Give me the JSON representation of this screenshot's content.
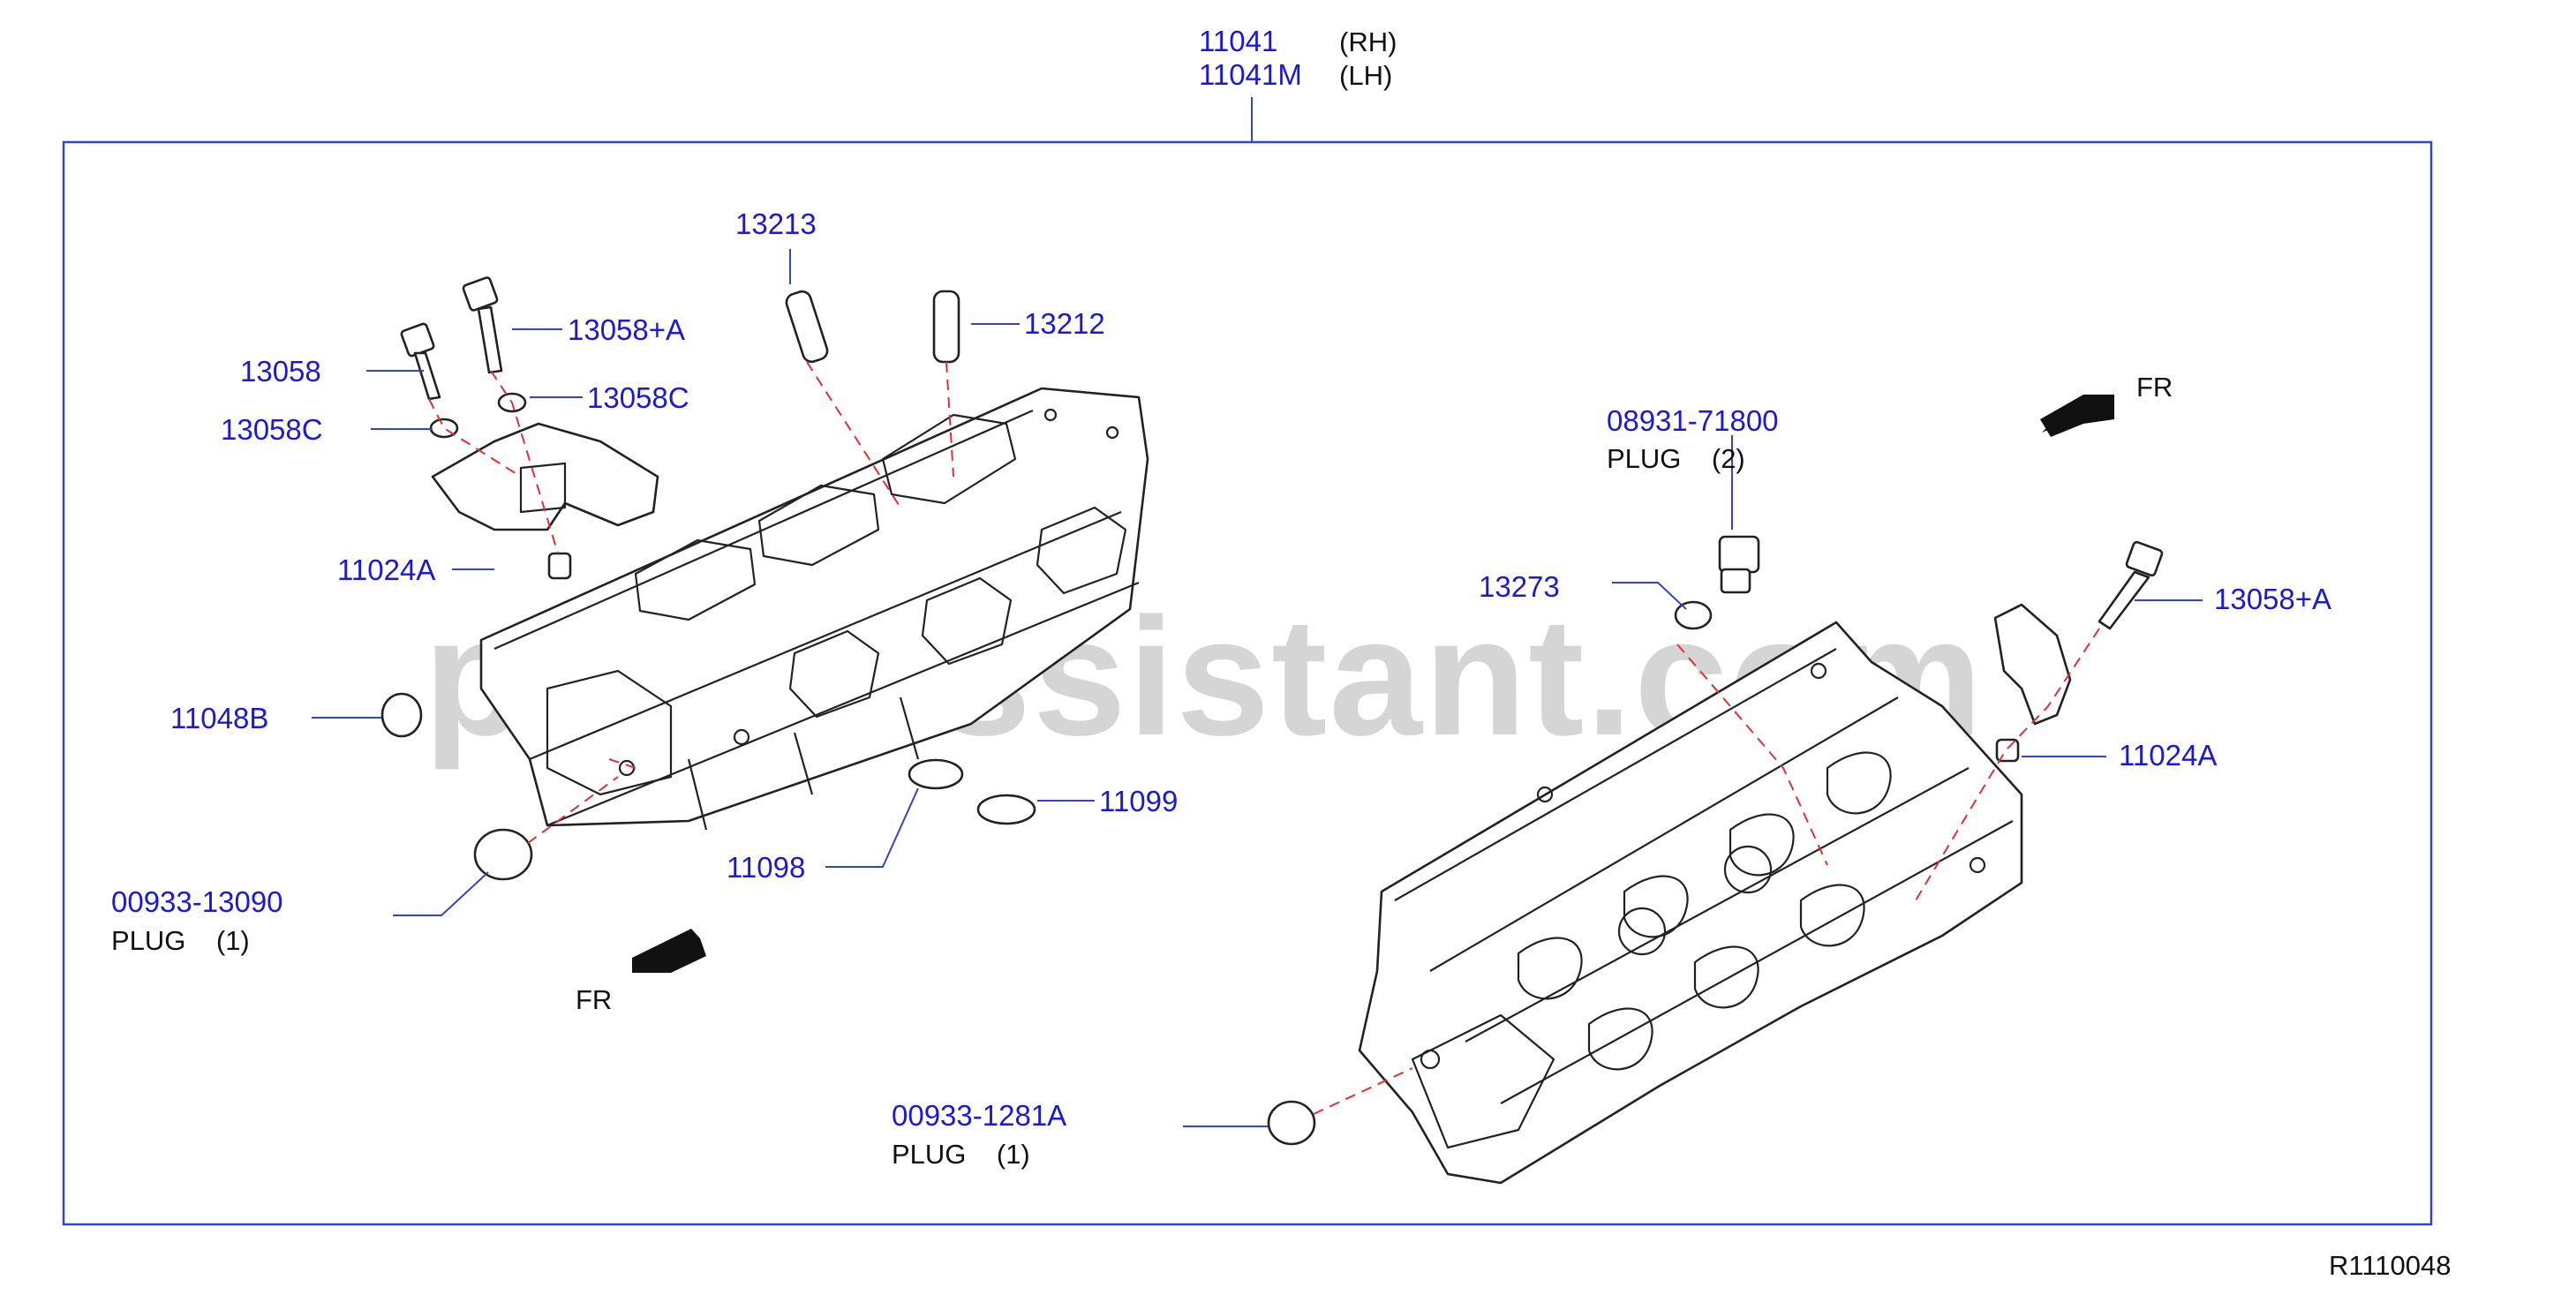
{
  "title": {
    "line1_part": "11041",
    "line1_side": "(RH)",
    "line2_part": "11041M",
    "line2_side": "(LH)"
  },
  "labels": {
    "p13213": "13213",
    "p13212": "13212",
    "p13058A_left": "13058+A",
    "p13058": "13058",
    "p13058C_right": "13058C",
    "p13058C_left": "13058C",
    "p11024A_left": "11024A",
    "p11048B": "11048B",
    "p00933_13090": "00933-13090",
    "plug1_left": "PLUG    (1)",
    "p11099": "11099",
    "p11098": "11098",
    "fr_left": "FR",
    "fr_right": "FR",
    "p08931_71800": "08931-71800",
    "plug2": "PLUG    (2)",
    "p13273": "13273",
    "p13058A_right": "13058+A",
    "p11024A_right": "11024A",
    "p00933_1281A": "00933-1281A",
    "plug1_right": "PLUG    (1)",
    "ref_code": "R1110048"
  },
  "watermark": "partsassistant.com",
  "colors": {
    "part_number": "#1a1ad6",
    "leader_line": "#3344cc",
    "dashed_line": "#e03030",
    "frame": "#3344cc",
    "drawing": "#222222"
  }
}
